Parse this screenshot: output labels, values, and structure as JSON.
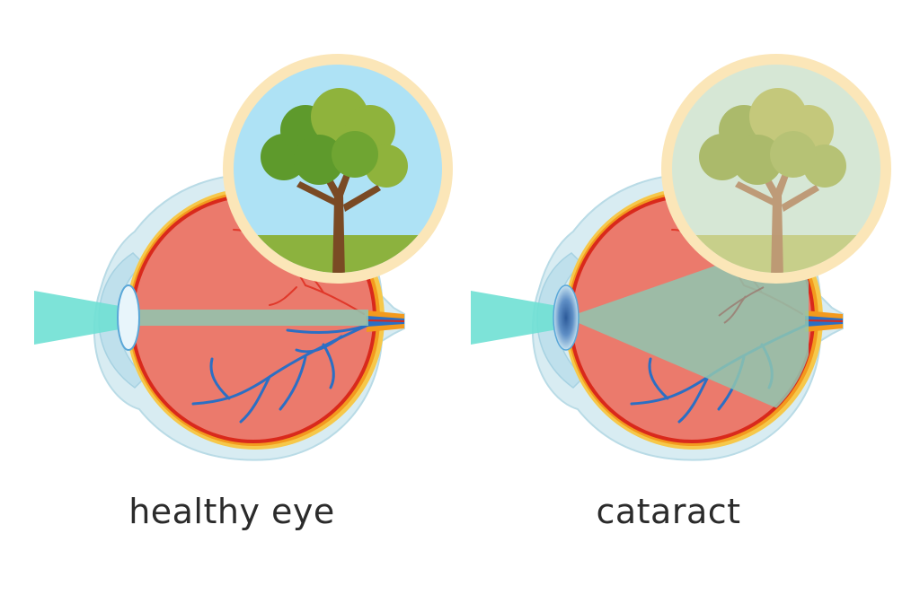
{
  "panels": [
    {
      "id": "healthy",
      "caption": "healthy eye",
      "condition": "clear-lens",
      "inset_scene": "tree-clear"
    },
    {
      "id": "cataract",
      "caption": "cataract",
      "condition": "clouded-lens",
      "inset_scene": "tree-blurred"
    }
  ],
  "colors": {
    "sclera_outer": "#d8ecf2",
    "sclera_line": "#b9dbe6",
    "eyeball_interior": "#eb7a6c",
    "retina_red": "#d9291c",
    "retina_orange": "#f39a1e",
    "retina_yellow": "#f6c84a",
    "blood_vessel": "#2b6fc4",
    "red_vessel": "#e0382a",
    "light_beam": "#6fe0d4",
    "lens_blue": "#5aa7d8",
    "inset_frame": "#fbe6b8",
    "sky_clear": "#aee2f5",
    "grass_clear": "#8cb23e",
    "foliage_clear": "#5e9a2c",
    "foliage_light": "#8fb33c",
    "trunk_clear": "#7a4a24",
    "sky_blurred": "#d6e7d5",
    "grass_blurred": "#c7cf8a",
    "foliage_blurred": "#b5c070",
    "trunk_blurred": "#bd9773",
    "caption_text": "#2b2b2b"
  }
}
